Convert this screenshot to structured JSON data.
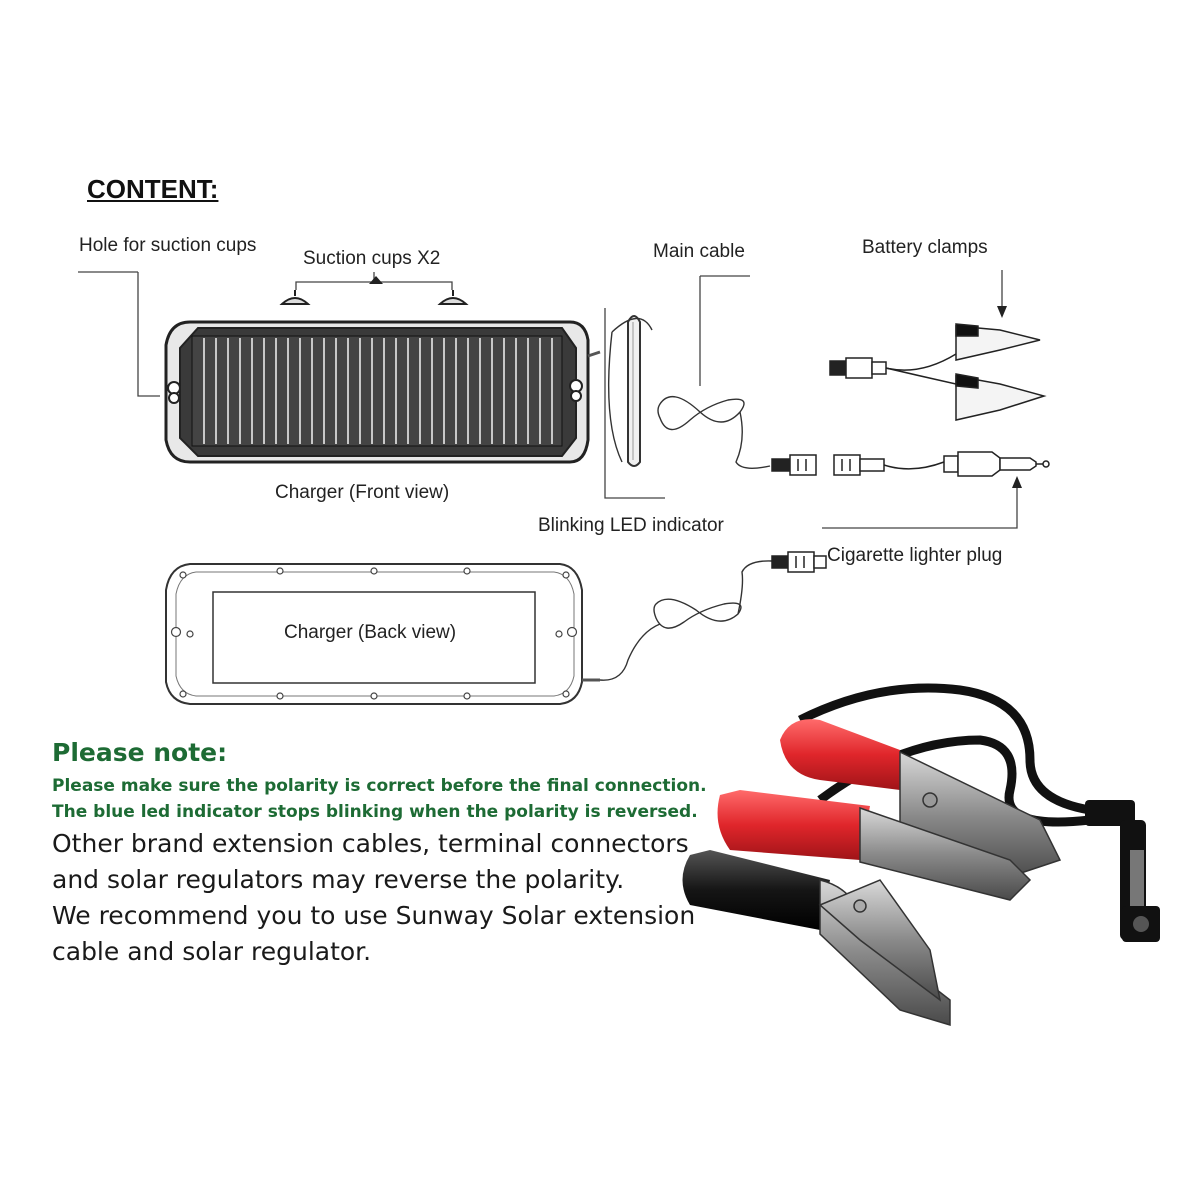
{
  "heading": "CONTENT:",
  "labels": {
    "hole_for_suction_cups": "Hole for suction cups",
    "suction_cups": "Suction cups X2",
    "main_cable": "Main cable",
    "battery_clamps": "Battery clamps",
    "charger_front": "Charger (Front view)",
    "blinking_led": "Blinking LED indicator",
    "cigarette_plug": "Cigarette lighter plug",
    "charger_back": "Charger (Back view)"
  },
  "note": {
    "title": "Please note:",
    "line1": "Please make sure the polarity is correct before the final connection.",
    "line2": "The blue led indicator stops blinking when the polarity is reversed.",
    "paragraph": [
      "Other brand extension cables, terminal connectors",
      "and solar regulators may reverse the polarity.",
      "We recommend you to use Sunway Solar extension",
      "cable and solar regulator."
    ]
  },
  "colors": {
    "note_green": "#1d6b34",
    "clamp_red": "#e0262b",
    "clamp_black": "#111111",
    "panel_dark": "#2a2a2a"
  }
}
